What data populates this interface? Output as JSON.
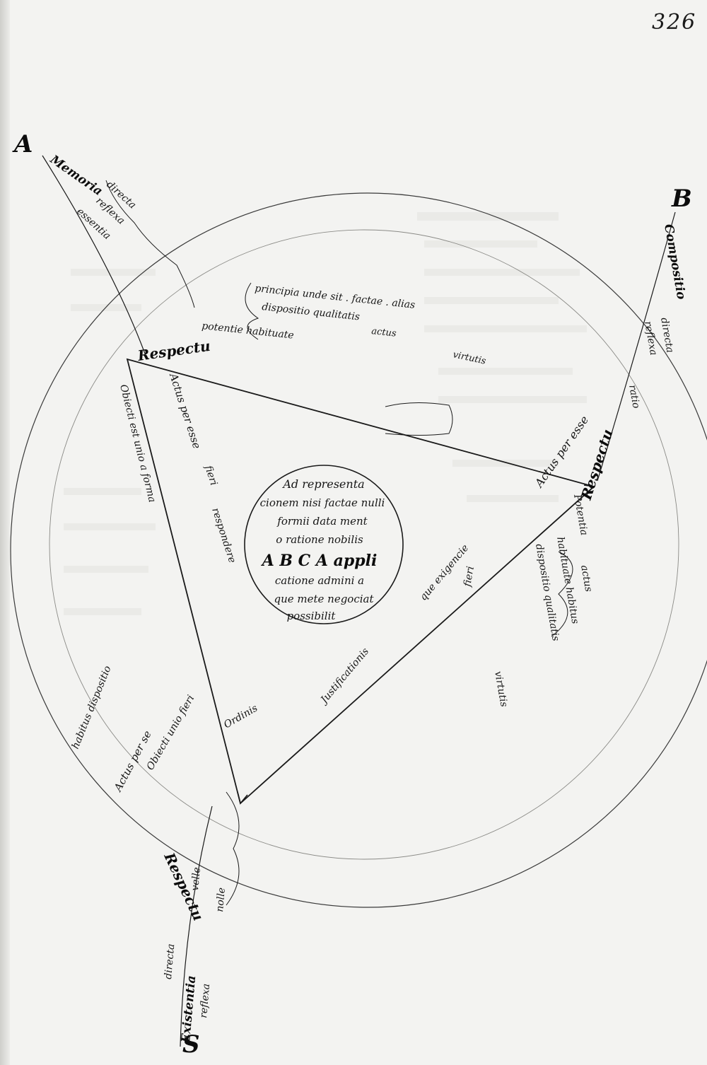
{
  "page": {
    "folio_number": "326"
  },
  "center": {
    "lines": [
      "Ad representa",
      "cionem nisi factae nulli",
      "formii data ment",
      "o ratione nobilis",
      "A B C A appli",
      "catione admini a",
      "que mete negociat",
      "possibilit"
    ]
  },
  "vertices": {
    "top_left": "Respectu",
    "right": "Respectu",
    "bottom": "Respectu"
  },
  "corner_letters": {
    "top_left": "A",
    "top_right": "B",
    "bottom_left": "S"
  },
  "arms": {
    "top_left": [
      "Memoria",
      "directa",
      "reflexa",
      "essentia"
    ],
    "right": [
      "Compositio",
      "directa",
      "reflexa",
      "ratio"
    ],
    "bottom": [
      "Existentia",
      "directa",
      "reflexa",
      "velle",
      "nolle"
    ]
  },
  "upper_text": [
    "principia unde sit . factae . alias",
    "dispositio qualitatis",
    "potentie habituate",
    "actus",
    "virtutis"
  ],
  "left_arc": [
    "Actus per esse",
    "fieri",
    "respondere",
    "Obiecti est unio a forma"
  ],
  "right_arc": [
    "Potentia",
    "habituate habitus",
    "dispositio qualitatis",
    "actus",
    "virtutis"
  ],
  "lower_edge": [
    "Actus per esse",
    "fieri",
    "que exigencie",
    "Justificationis",
    "Ordinis"
  ],
  "bottom_left_arc": [
    "Actus per se",
    "habitus dispositio",
    "Obiecti unio fieri"
  ],
  "icons": {
    "diagram": "circle-triangle-diagram-icon"
  },
  "colors": {
    "ink": "#161616",
    "paper": "#f3f3f1",
    "faint_ink": "#c9c9c4"
  }
}
